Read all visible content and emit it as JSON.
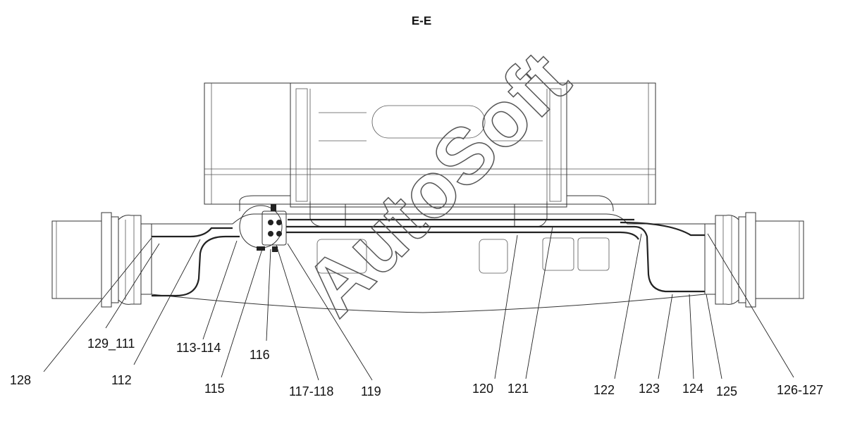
{
  "diagram": {
    "section_title": "E-E",
    "watermark": "AutoSoft",
    "callouts": [
      {
        "id": "128",
        "label": "128"
      },
      {
        "id": "129-111",
        "label": "129_111"
      },
      {
        "id": "112",
        "label": "112"
      },
      {
        "id": "113-114",
        "label": "113-114"
      },
      {
        "id": "115",
        "label": "115"
      },
      {
        "id": "116",
        "label": "116"
      },
      {
        "id": "117-118",
        "label": "117-118"
      },
      {
        "id": "119",
        "label": "119"
      },
      {
        "id": "120",
        "label": "120"
      },
      {
        "id": "121",
        "label": "121"
      },
      {
        "id": "122",
        "label": "122"
      },
      {
        "id": "123",
        "label": "123"
      },
      {
        "id": "124",
        "label": "124"
      },
      {
        "id": "125",
        "label": "125"
      },
      {
        "id": "126-127",
        "label": "126-127"
      }
    ]
  }
}
